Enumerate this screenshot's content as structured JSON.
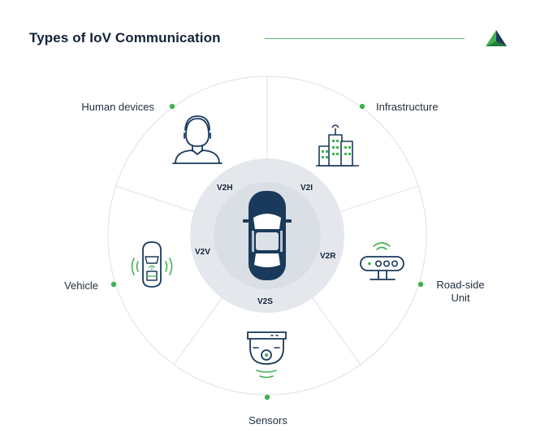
{
  "header": {
    "title": "Types of IoV Communication"
  },
  "colors": {
    "accent_green": "#3fb24f",
    "navy": "#1a3a5c",
    "ring": "#e2e6ea",
    "hub": "#dfe4e8"
  },
  "categories": [
    {
      "key": "human",
      "label": "Human devices",
      "code": "V2H",
      "icon": "person-icon"
    },
    {
      "key": "infrastructure",
      "label": "Infrastructure",
      "code": "V2I",
      "icon": "buildings-icon"
    },
    {
      "key": "rsu",
      "label": "Road-side Unit",
      "code": "V2R",
      "icon": "roadside-unit-icon"
    },
    {
      "key": "sensors",
      "label": "Sensors",
      "code": "V2S",
      "icon": "camera-sensor-icon"
    },
    {
      "key": "vehicle",
      "label": "Vehicle",
      "code": "V2V",
      "icon": "car-signal-icon"
    }
  ],
  "logo": {
    "icon": "brand-logo-icon"
  },
  "center": {
    "icon": "car-topview-icon"
  }
}
